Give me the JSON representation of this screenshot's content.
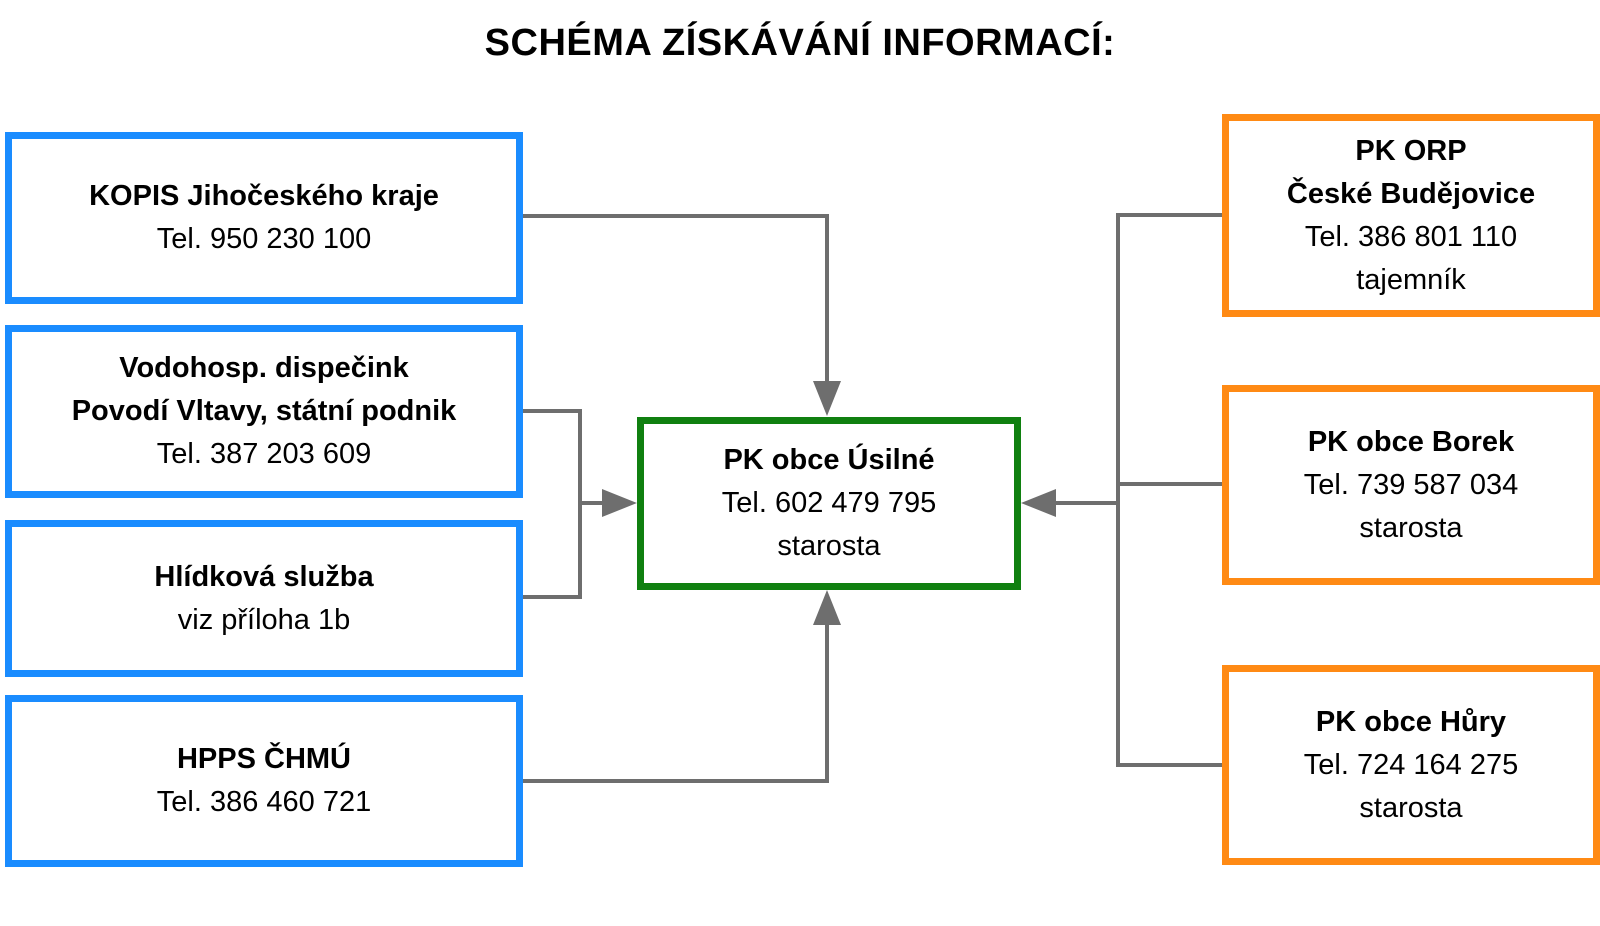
{
  "title": "SCHÉMA ZÍSKÁVÁNÍ INFORMACÍ:",
  "colors": {
    "left_border": "#1a8cff",
    "right_border": "#ff8a14",
    "center_border": "#108010",
    "connector": "#6e6e6e"
  },
  "left": [
    {
      "name": "KOPIS Jihočeského kraje",
      "phone": "Tel. 950 230 100"
    },
    {
      "name1": "Vodohosp. dispečink",
      "name2": "Povodí Vltavy, státní podnik",
      "phone": "Tel. 387 203 609"
    },
    {
      "name": "Hlídková služba",
      "note": "viz příloha 1b"
    },
    {
      "name": "HPPS ČHMÚ",
      "phone": "Tel. 386 460 721"
    }
  ],
  "center": {
    "name": "PK obce Úsilné",
    "phone": "Tel. 602 479 795",
    "role": "starosta"
  },
  "right": [
    {
      "name1": "PK ORP",
      "name2": "České Budějovice",
      "phone": "Tel. 386 801 110",
      "role": "tajemník"
    },
    {
      "name": "PK obce Borek",
      "phone": "Tel. 739 587 034",
      "role": "starosta"
    },
    {
      "name": "PK obce Hůry",
      "phone": "Tel. 724 164 275",
      "role": "starosta"
    }
  ]
}
